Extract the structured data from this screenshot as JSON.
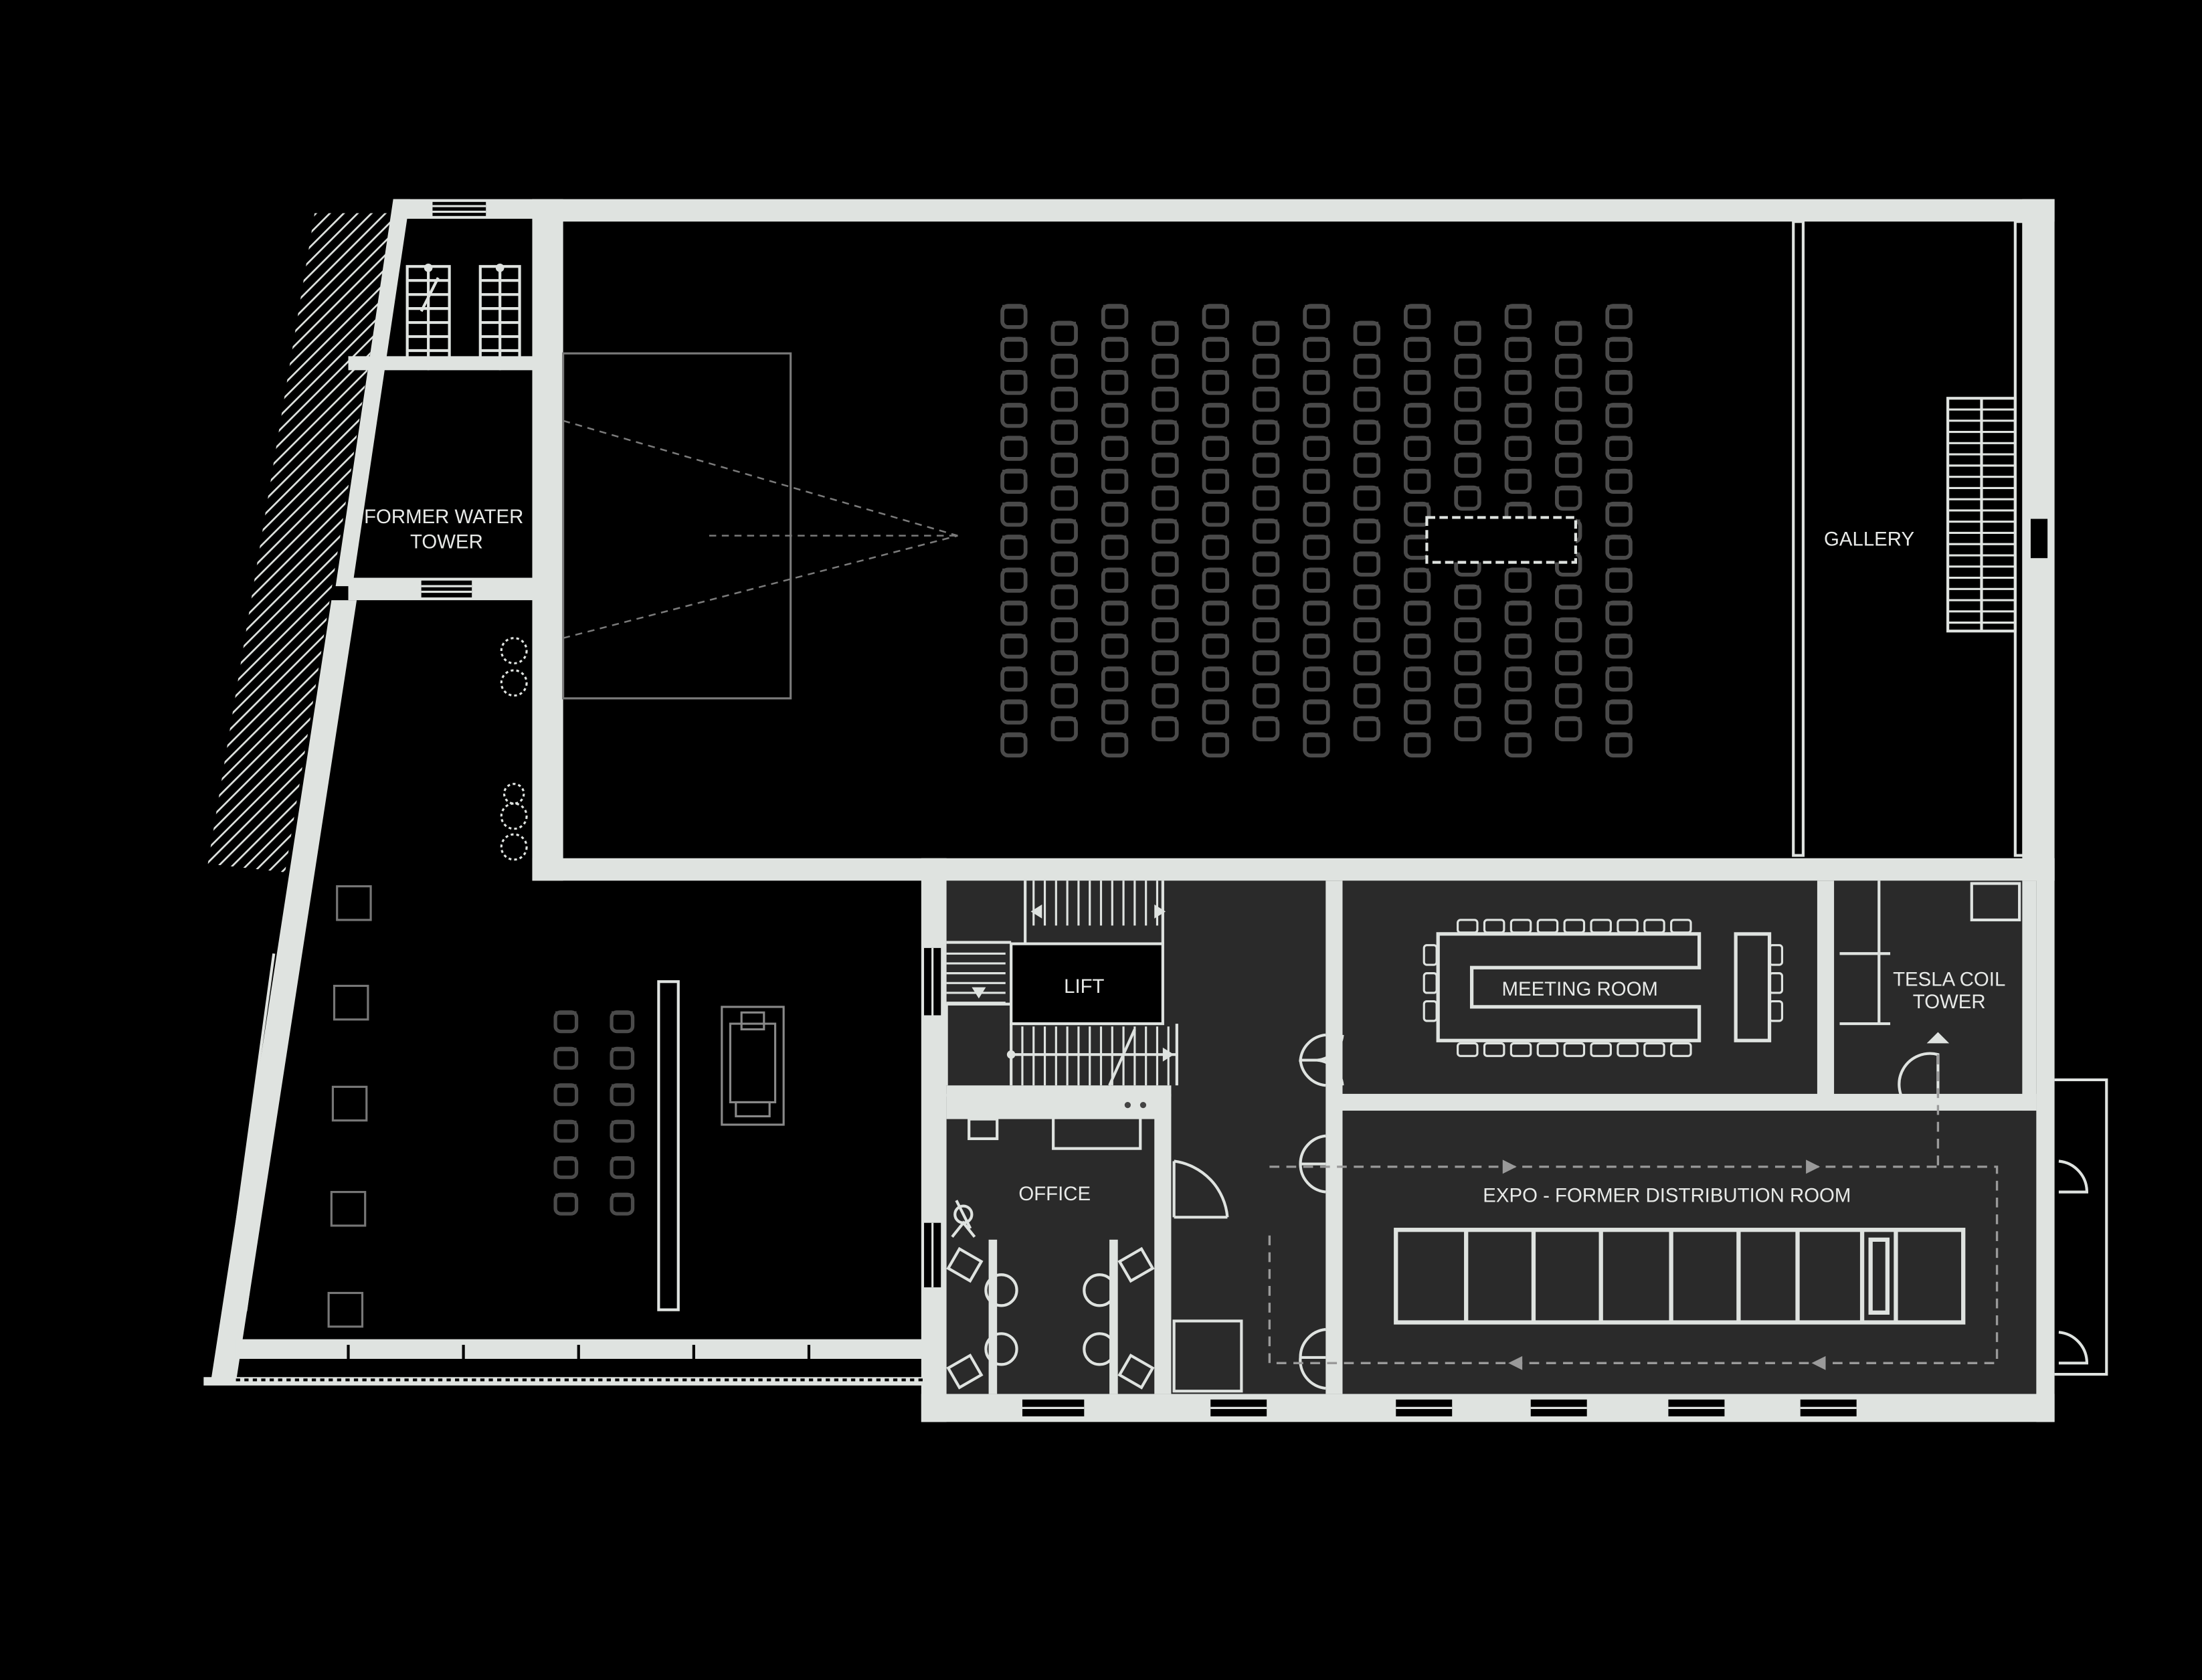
{
  "labels": {
    "water_tower_line1": "FORMER WATER",
    "water_tower_line2": "TOWER",
    "gallery": "GALLERY",
    "lift": "LIFT",
    "meeting_room": "MEETING ROOM",
    "tesla_line1": "TESLA COIL",
    "tesla_line2": "TOWER",
    "office": "OFFICE",
    "expo": "EXPO - FORMER DISTRIBUTION ROOM"
  },
  "colors": {
    "background": "#000000",
    "wall": "#dfe3e0",
    "room_fill": "#2a2a2a",
    "seat_stroke": "#4a4a4a",
    "line": "#cfd3d0"
  },
  "auditorium": {
    "seat_columns": 13
  }
}
